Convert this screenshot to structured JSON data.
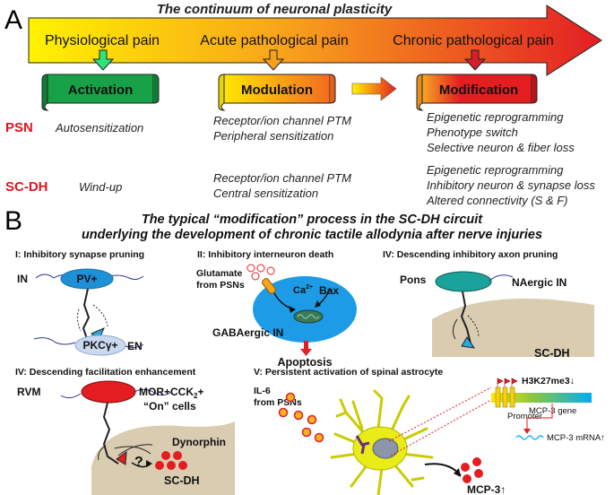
{
  "panel_a": {
    "letter": "A",
    "title": "The continuum of neuronal plasticity",
    "stage_labels": [
      "Physiological pain",
      "Acute pathological pain",
      "Chronic pathological pain"
    ],
    "boxes": [
      "Activation",
      "Modulation",
      "Modification"
    ],
    "rows": [
      {
        "label": "PSN",
        "activation": [
          "Autosensitization"
        ],
        "modulation": [
          "Receptor/ion channel PTM",
          "Peripheral sensitization"
        ],
        "modification": [
          "Epigenetic reprogramming",
          "Phenotype switch",
          "Selective neuron & fiber loss"
        ]
      },
      {
        "label": "SC-DH",
        "activation": [
          "Wind-up"
        ],
        "modulation": [
          "Receptor/ion channel PTM",
          "Central sensitization"
        ],
        "modification": [
          "Epigenetic reprogramming",
          "Inhibitory neuron & synapse loss",
          "Altered connectivity (S & F)"
        ]
      }
    ],
    "colors": {
      "label_red": "#e3141d",
      "box_green": "#17a247",
      "box_yellow": "#f7e51a",
      "box_red": "#e41d21"
    }
  },
  "panel_b": {
    "letter": "B",
    "title_line1": "The typical “modification” process in the SC-DH circuit",
    "title_line2": "underlying the development of chronic tactile allodynia after nerve injuries",
    "p1": {
      "title": "I: Inhibitory synapse pruning",
      "in_label": "IN",
      "pv_label": "PV+",
      "pkc_label": "PKCγ+",
      "en_label": "EN"
    },
    "p2": {
      "title": "II: Inhibitory interneuron death",
      "glutamate_line1": "Glutamate",
      "glutamate_line2": "from PSNs",
      "ca": "Ca",
      "ca_sup": "2+",
      "bax": "Bax",
      "gaba": "GABAergic IN",
      "apoptosis": "Apoptosis"
    },
    "p3": {
      "title": "IV: Descending inhibitory axon pruning",
      "pons": "Pons",
      "nergic": "NAergic IN",
      "scdh": "SC-DH"
    },
    "p4": {
      "title": "IV: Descending facilitation enhancement",
      "rvm": "RVM",
      "mor_a": "MOR+CCK",
      "mor_sub": "2",
      "mor_b": "+",
      "on_cells": "“On” cells",
      "dynorphin": "Dynorphin",
      "question": "?",
      "scdh": "SC-DH"
    },
    "p5": {
      "title": "V: Persistent activation of spinal astrocyte",
      "il6_line1": "IL-6",
      "il6_line2": "from PSNs",
      "h3k": "H3K27me3↓",
      "promoter": "Promoter",
      "gene": "MCP-3 gene",
      "mrna": "MCP-3 mRNA↑",
      "mcp3": "MCP-3↑"
    }
  }
}
